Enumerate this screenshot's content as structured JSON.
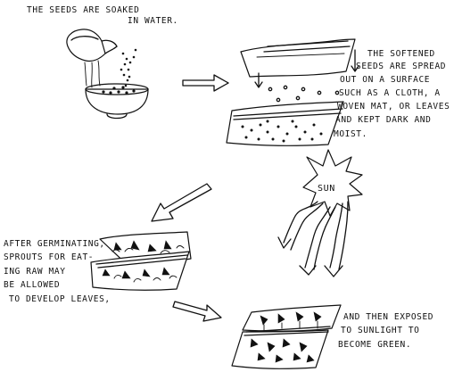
{
  "captions": {
    "step1": [
      "THE SEEDS ARE SOAKED",
      "IN WATER."
    ],
    "step2": [
      "THE SOFTENED",
      "SEEDS ARE SPREAD",
      "OUT ON A SURFACE",
      "SUCH AS A CLOTH, A",
      "WOVEN MAT, OR LEAVES",
      "AND KEPT DARK AND",
      "MOIST."
    ],
    "step3": [
      "AFTER GERMINATING,",
      "SPROUTS FOR EAT-",
      "ING RAW MAY",
      "BE ALLOWED",
      "TO DEVELOP LEAVES,"
    ],
    "step4": [
      "AND THEN EXPOSED",
      "TO SUNLIGHT TO",
      "BECOME GREEN."
    ],
    "sun_label": "SUN"
  },
  "icons": [
    "water-pitcher-icon",
    "bowl-icon",
    "cloth-icon",
    "sun-icon",
    "arrow-icon",
    "sprout-icon"
  ]
}
